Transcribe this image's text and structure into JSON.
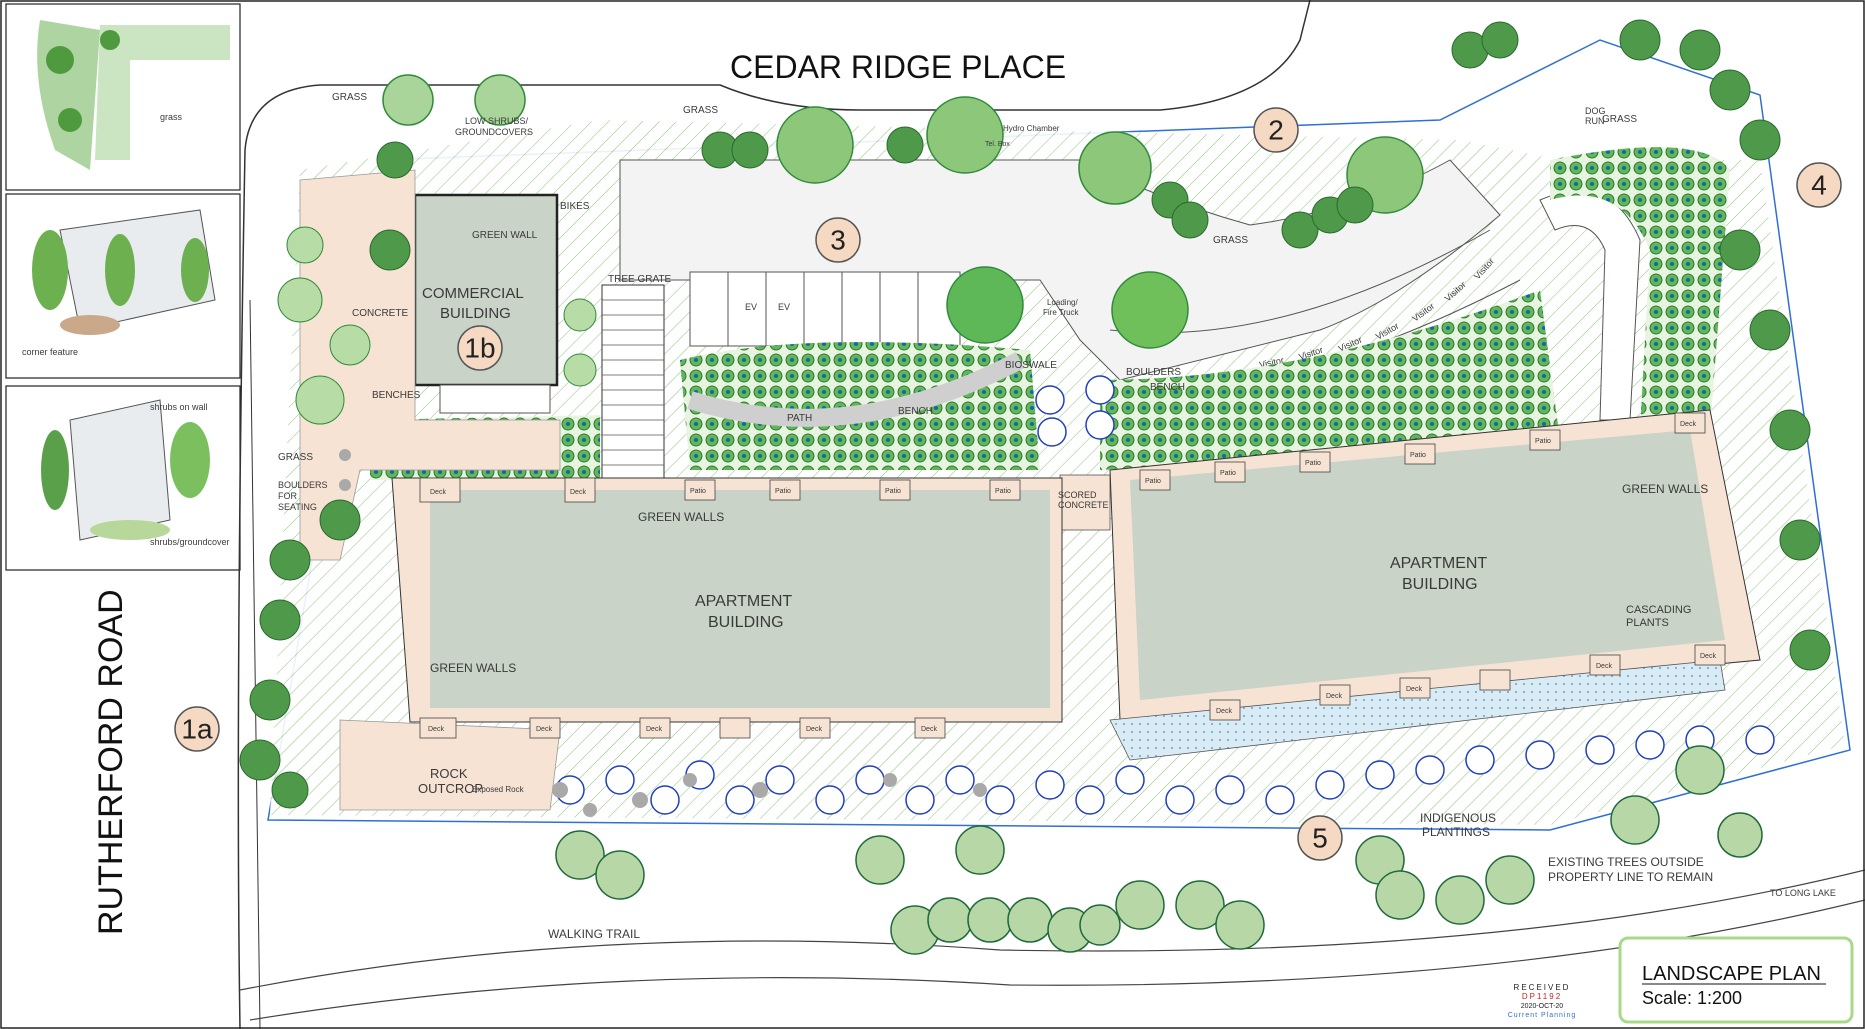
{
  "roads": {
    "north": "CEDAR RIDGE PLACE",
    "west": "RUTHERFORD ROAD"
  },
  "areas": [
    {
      "key": "1a",
      "label": "1a"
    },
    {
      "key": "1b",
      "label": "1b"
    },
    {
      "key": "2",
      "label": "2"
    },
    {
      "key": "3",
      "label": "3"
    },
    {
      "key": "4",
      "label": "4"
    },
    {
      "key": "5",
      "label": "5"
    }
  ],
  "labels": {
    "grass": "GRASS",
    "low_shrubs": "LOW SHRUBS/",
    "groundcovers": "GROUNDCOVERS",
    "green_wall": "GREEN WALL",
    "bikes": "BIKES",
    "commercial_1": "COMMERCIAL",
    "commercial_2": "BUILDING",
    "concrete": "CONCRETE",
    "benches": "BENCHES",
    "boulders_for_seating_1": "BOULDERS",
    "boulders_for_seating_2": "FOR",
    "boulders_for_seating_3": "SEATING",
    "tree_grate": "TREE GRATE",
    "ev": "EV",
    "hydro_chamber": "Hydro Chamber",
    "tel_box": "Tel. Box",
    "loading_1": "Loading/",
    "loading_2": "Fire Truck",
    "bioswale": "BIOSWALE",
    "path": "PATH",
    "bench": "BENCH",
    "boulders": "BOULDERS",
    "scored_1": "SCORED",
    "scored_2": "CONCRETE",
    "green_walls": "GREEN WALLS",
    "apartment_1": "APARTMENT",
    "apartment_2": "BUILDING",
    "dog_run_1": "DOG",
    "dog_run_2": "RUN",
    "visitor": "Visitor",
    "deck": "Deck",
    "patio": "Patio",
    "cascading_1": "CASCADING",
    "cascading_2": "PLANTS",
    "rock_1": "ROCK",
    "rock_2": "OUTCROP",
    "exposed_rock": "Exposed Rock",
    "indigenous_1": "INDIGENOUS",
    "indigenous_2": "PLANTINGS",
    "existing_1": "EXISTING TREES OUTSIDE",
    "existing_2": "PROPERTY LINE TO REMAIN",
    "to_long_lake": "TO LONG LAKE",
    "walking_trail": "WALKING TRAIL"
  },
  "sketch_notes": {
    "note_a": "grass",
    "note_b": "corner feature",
    "note_c": "shrubs on wall",
    "note_d": "shrubs/groundcover"
  },
  "stamp": {
    "line1": "RECEIVED",
    "line2": "DP1192",
    "line3": "2020-OCT-20",
    "line4": "Current Planning"
  },
  "title_block": {
    "title": "LANDSCAPE PLAN",
    "scale": "Scale: 1:200"
  },
  "colors": {
    "building": "#c9d3c7",
    "paving": "#f6e3d3",
    "tree_dark": "#2f8a3a",
    "tree_light": "#9fcf8a",
    "shrub_blue": "#1f3fc0",
    "property_line": "#2f6fd6",
    "title_border": "#a8d98a"
  }
}
